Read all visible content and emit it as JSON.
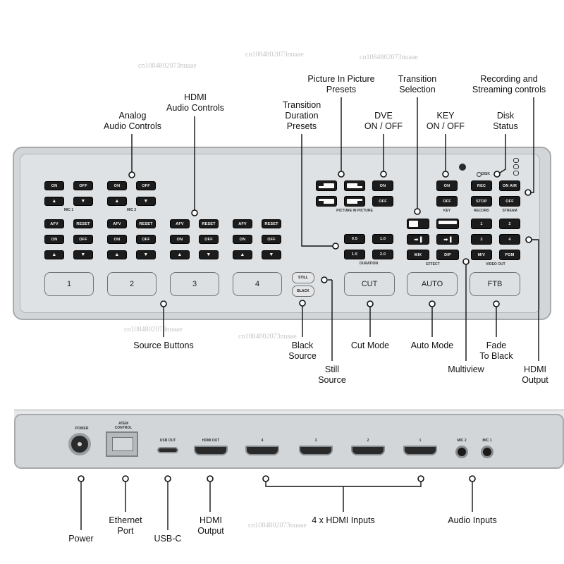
{
  "callouts": {
    "analog_audio_controls": "Analog\nAudio Controls",
    "hdmi_audio_controls": "HDMI\nAudio Controls",
    "transition_duration_presets": "Transition\nDuration\nPresets",
    "pip_presets": "Picture In Picture\nPresets",
    "dve_on_off": "DVE\nON / OFF",
    "transition_selection": "Transition\nSelection",
    "key_on_off": "KEY\nON / OFF",
    "disk_status": "Disk\nStatus",
    "recording_streaming_controls": "Recording and\nStreaming controls",
    "source_buttons": "Source Buttons",
    "black_source": "Black\nSource",
    "still_source": "Still\nSource",
    "cut_mode": "Cut Mode",
    "auto_mode": "Auto Mode",
    "multiview": "Multiview",
    "fade_to_black": "Fade\nTo Black",
    "hdmi_output": "HDMI\nOutput",
    "power": "Power",
    "ethernet_port": "Ethernet\nPort",
    "usb_c": "USB-C",
    "hdmi_output_rear": "HDMI\nOutput",
    "hdmi_inputs": "4 x HDMI Inputs",
    "audio_inputs": "Audio Inputs"
  },
  "front_panel": {
    "mic1": {
      "on": "ON",
      "off": "OFF",
      "up": "▲",
      "down": "▼",
      "label": "MIC 1"
    },
    "mic2": {
      "on": "ON",
      "off": "OFF",
      "up": "▲",
      "down": "▼",
      "label": "MIC 2"
    },
    "hdmi_audio": [
      {
        "afv": "AFV",
        "reset": "RESET",
        "on": "ON",
        "off": "OFF",
        "up": "▲",
        "down": "▼"
      },
      {
        "afv": "AFV",
        "reset": "RESET",
        "on": "ON",
        "off": "OFF",
        "up": "▲",
        "down": "▼"
      },
      {
        "afv": "AFV",
        "reset": "RESET",
        "on": "ON",
        "off": "OFF",
        "up": "▲",
        "down": "▼"
      },
      {
        "afv": "AFV",
        "reset": "RESET",
        "on": "ON",
        "off": "OFF",
        "up": "▲",
        "down": "▼"
      }
    ],
    "sources": [
      "1",
      "2",
      "3",
      "4"
    ],
    "still": "STILL",
    "black": "BLACK",
    "pip": {
      "on": "ON",
      "off": "OFF",
      "label": "PICTURE IN PICTURE"
    },
    "duration": {
      "values": [
        "0.5",
        "1.0",
        "1.5",
        "2.0"
      ],
      "label": "DURATION"
    },
    "effect": {
      "mix": "MIX",
      "dip": "DIP",
      "label": "EFFECT"
    },
    "key": {
      "on": "ON",
      "off": "OFF",
      "label": "KEY"
    },
    "record": {
      "rec": "REC",
      "stop": "STOP",
      "label": "RECORD"
    },
    "stream": {
      "on_air": "ON AIR",
      "off": "OFF",
      "label": "STREAM"
    },
    "disk_label": "DISK",
    "video_out": {
      "buttons": [
        "1",
        "2",
        "3",
        "4",
        "M/V",
        "PGM"
      ],
      "label": "VIDEO OUT"
    },
    "cut": "CUT",
    "auto": "AUTO",
    "ftb": "FTB"
  },
  "rear_panel": {
    "power": "POWER",
    "atem_control": "ATEM\nCONTROL",
    "usb_out": "USB OUT",
    "hdmi_out": "HDMI OUT",
    "hdmi_inputs": [
      "4",
      "3",
      "2",
      "1"
    ],
    "mic2": "MIC 2",
    "mic1": "MIC 1"
  },
  "watermark": "cn1084802073nuaae",
  "colors": {
    "panel": "#d3d6d8",
    "button": "#1c1c1c",
    "line": "#111111"
  }
}
